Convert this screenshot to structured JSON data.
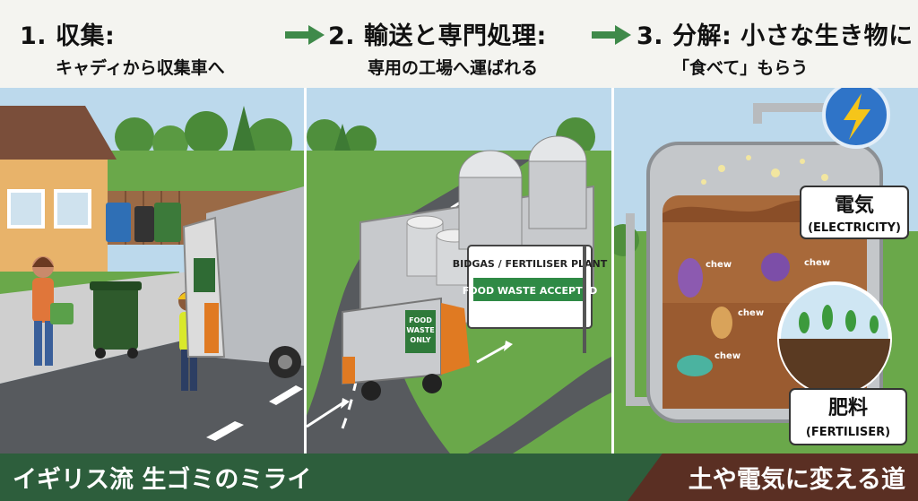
{
  "steps": [
    {
      "title": "1. 収集:",
      "subtitle": "キャディから収集車へ"
    },
    {
      "title": "2. 輸送と専門処理:",
      "subtitle": "専用の工場へ運ばれる"
    },
    {
      "title": "3. 分解: 小さな生き物に",
      "subtitle": "「食べて」もらう"
    }
  ],
  "panel1": {
    "bin_label": ""
  },
  "panel2": {
    "plant_sign_top": "BIDGAS / FERTILISER PLANT",
    "plant_sign_bottom": "FOOD WASTE ACCEPTED",
    "truck_sign": [
      "FOOD",
      "WASTE",
      "ONLY"
    ]
  },
  "panel3": {
    "chew_label": "chew",
    "electricity_jp": "電気",
    "electricity_en": "(ELECTRICITY)",
    "fertiliser_jp": "肥料",
    "fertiliser_en": "(FERTILISER)"
  },
  "banner": {
    "left": "イギリス流 生ゴミのミライ",
    "right": "土や電気に変える道"
  },
  "colors": {
    "banner_green": "#2d5e3c",
    "banner_brown": "#5a2f23",
    "arrow_green": "#3f8a4a",
    "sign_green": "#2f8a45"
  }
}
